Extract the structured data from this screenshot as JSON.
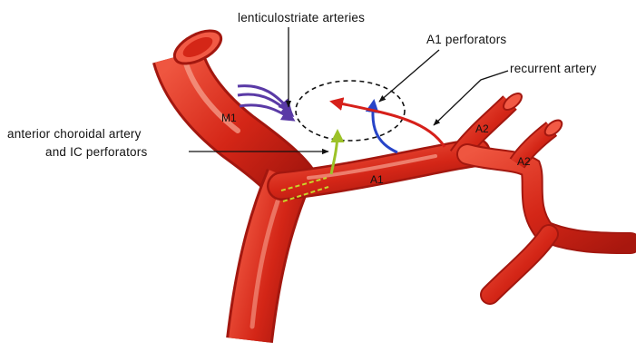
{
  "labels": {
    "lenticulostriate": "lenticulostriate arteries",
    "a1_perforators": "A1 perforators",
    "recurrent": "recurrent artery",
    "anterior_choroidal_line1": "anterior choroidal artery",
    "anterior_choroidal_line2": "and IC perforators"
  },
  "segments": {
    "m1": "M1",
    "a1": "A1",
    "a2_upper": "A2",
    "a2_lower": "A2"
  },
  "colors": {
    "vessel": "#d8281c",
    "vessel_dark": "#a3170f",
    "vessel_light": "#f06a55",
    "lenticulostriate": "#5a3aa6",
    "a1_perforators": "#2744c8",
    "recurrent": "#d6201a",
    "anterior_choroidal": "#9cc228",
    "leader": "#111111"
  }
}
